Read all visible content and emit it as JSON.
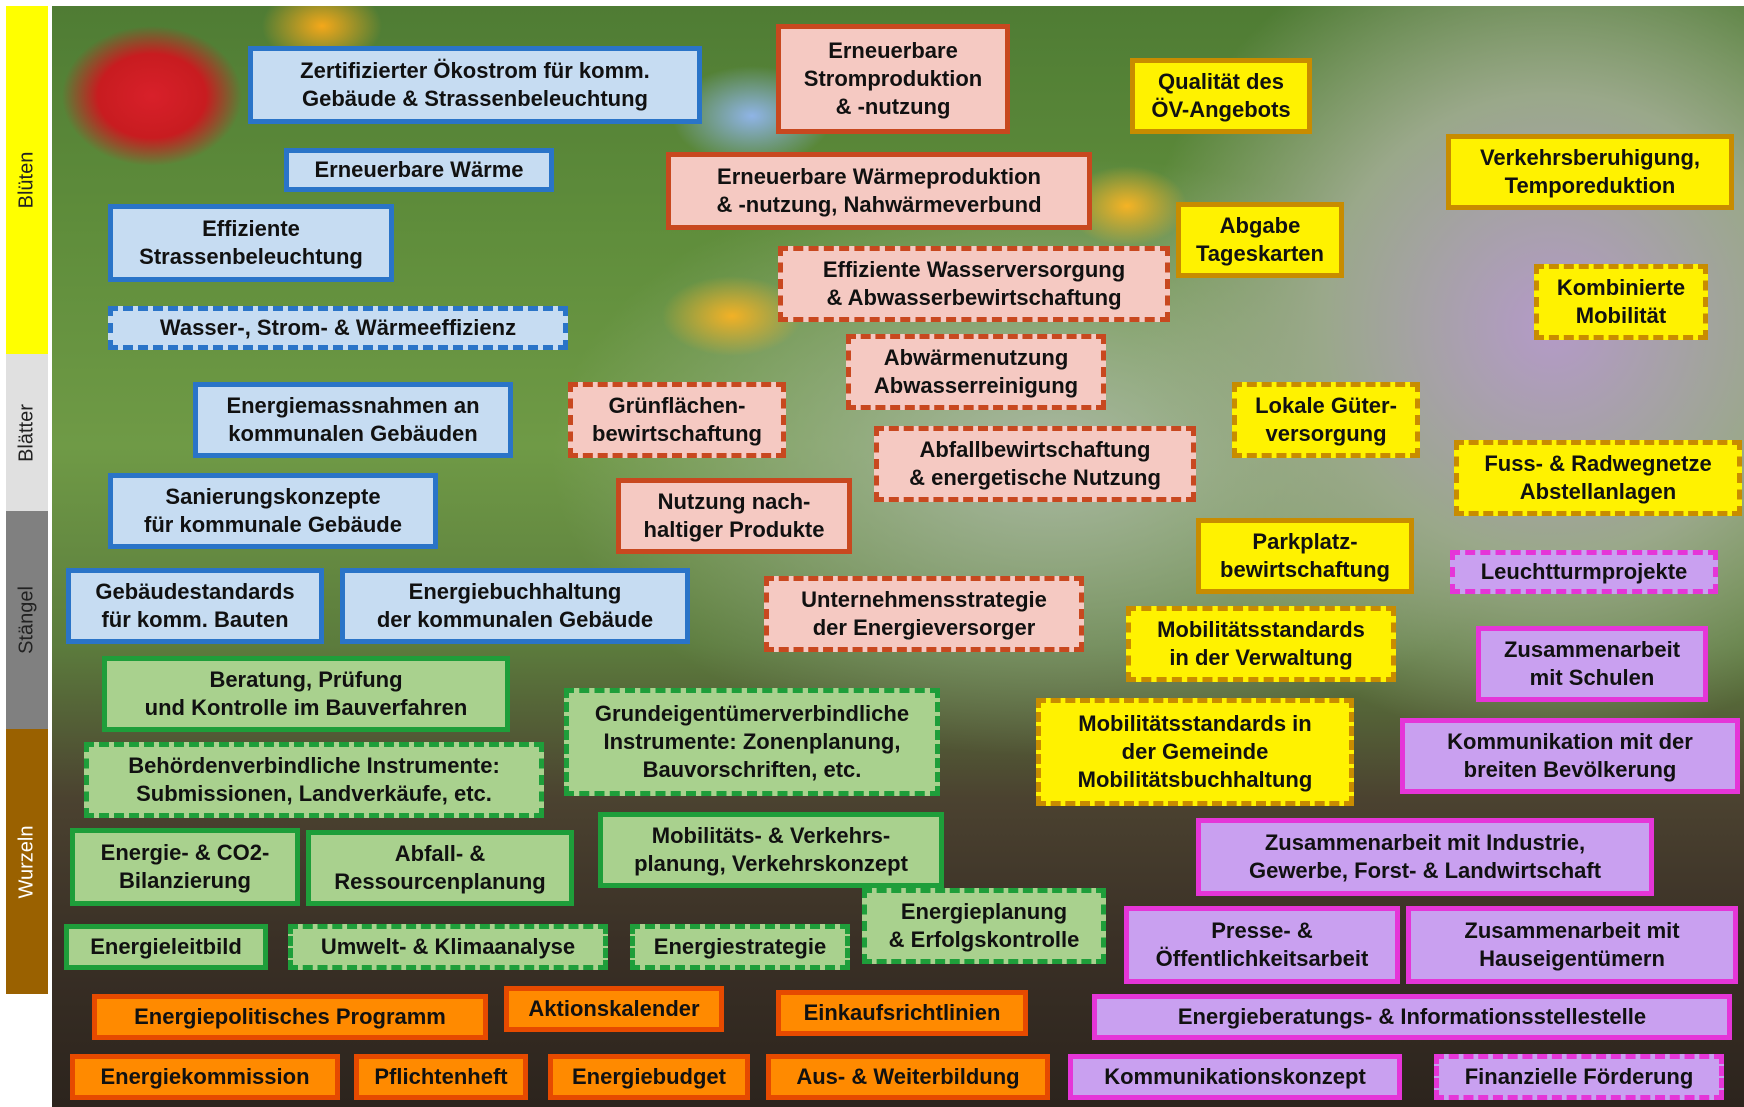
{
  "bands": {
    "blueten": "Blüten",
    "blaetter": "Blätter",
    "staengel": "Stängel",
    "wurzeln": "Wurzeln"
  },
  "colors": {
    "blue_fill": "#c6dcf2",
    "blue_border": "#2a74c8",
    "red_fill": "#f5c9c2",
    "red_border": "#c8481f",
    "yellow_fill": "#fff200",
    "yellow_border": "#c88c00",
    "green_fill": "#a9d18e",
    "green_border": "#1e9e3a",
    "orange_fill": "#ff8a00",
    "orange_border": "#e64a00",
    "purple_fill": "#c9a0f0",
    "purple_border": "#e535d8"
  },
  "nodes": {
    "oekostrom": "Zertifizierter Ökostrom für komm.\nGebäude & Strassenbeleuchtung",
    "erneuerbare_waerme": "Erneuerbare Wärme",
    "effiziente_strassenbeleuchtung": "Effiziente\nStrassenbeleuchtung",
    "wasser_strom_waermeeffizienz": "Wasser-, Strom- & Wärmeeffizienz",
    "energiemassnahmen": "Energiemassnahmen an\nkommunalen Gebäuden",
    "sanierungskonzepte": "Sanierungskonzepte\nfür kommunale Gebäude",
    "gebaeudestandards": "Gebäudestandards\nfür komm. Bauten",
    "energiebuchhaltung": "Energiebuchhaltung\nder kommunalen Gebäude",
    "stromproduktion": "Erneuerbare\nStromproduktion\n& -nutzung",
    "waermeproduktion": "Erneuerbare Wärmeproduktion\n& -nutzung, Nahwärmeverbund",
    "wasserversorgung": "Effiziente Wasserversorgung\n& Abwasserbewirtschaftung",
    "abwaermenutzung": "Abwärmenutzung\nAbwasserreinigung",
    "gruenflaechen": "Grünflächen-\nbewirtschaftung",
    "abfallbewirtschaftung": "Abfallbewirtschaftung\n& energetische Nutzung",
    "nachhaltige_produkte": "Nutzung nach-\nhaltiger Produkte",
    "unternehmensstrategie": "Unternehmensstrategie\nder Energieversorger",
    "oev_angebot": "Qualität des\nÖV-Angebots",
    "verkehrsberuhigung": "Verkehrsberuhigung,\nTemporeduktion",
    "tageskarten": "Abgabe\nTageskarten",
    "kombinierte_mobilitaet": "Kombinierte\nMobilität",
    "gueterversorgung": "Lokale Güter-\nversorgung",
    "fuss_radwegnetze": "Fuss- & Radwegnetze\nAbstellanlagen",
    "parkplatz": "Parkplatz-\nbewirtschaftung",
    "mobilitaet_verwaltung": "Mobilitätsstandards\nin der Verwaltung",
    "mobilitaet_gemeinde": "Mobilitätsstandards in\nder Gemeinde\nMobilitätsbuchhaltung",
    "leuchtturmprojekte": "Leuchtturmprojekte",
    "zusammenarbeit_schulen": "Zusammenarbeit\nmit Schulen",
    "kommunikation_bevoelkerung": "Kommunikation mit der\nbreiten Bevölkerung",
    "zusammenarbeit_industrie": "Zusammenarbeit mit Industrie,\nGewerbe, Forst- & Landwirtschaft",
    "presse": "Presse- &\nÖffentlichkeitsarbeit",
    "hauseigentuemer": "Zusammenarbeit mit\nHauseigentümern",
    "energieberatung": "Energieberatungs- & Informationsstellestelle",
    "kommunikationskonzept": "Kommunikationskonzept",
    "finanzielle_foerderung": "Finanzielle Förderung",
    "beratung_pruefung": "Beratung, Prüfung\nund Kontrolle im Bauverfahren",
    "behoerdenverbindlich": "Behördenverbindliche Instrumente:\nSubmissionen, Landverkäufe, etc.",
    "grundeigentuemer": "Grundeigentümerverbindliche\nInstrumente: Zonenplanung,\nBauvorschriften, etc.",
    "energie_co2": "Energie- & CO2-\nBilanzierung",
    "abfall_ressourcen": "Abfall- &\nRessourcenplanung",
    "mobilitaets_verkehrsplanung": "Mobilitäts- & Verkehrs-\nplanung, Verkehrskonzept",
    "energieplanung": "Energieplanung\n& Erfolgskontrolle",
    "energieleitbild": "Energieleitbild",
    "umwelt_klima": "Umwelt- & Klimaanalyse",
    "energiestrategie": "Energiestrategie",
    "energiepolitisches_programm": "Energiepolitisches Programm",
    "aktionskalender": "Aktionskalender",
    "einkaufsrichtlinien": "Einkaufsrichtlinien",
    "energiekommission": "Energiekommission",
    "pflichtenheft": "Pflichtenheft",
    "energiebudget": "Energiebudget",
    "aus_weiterbildung": "Aus- & Weiterbildung"
  }
}
